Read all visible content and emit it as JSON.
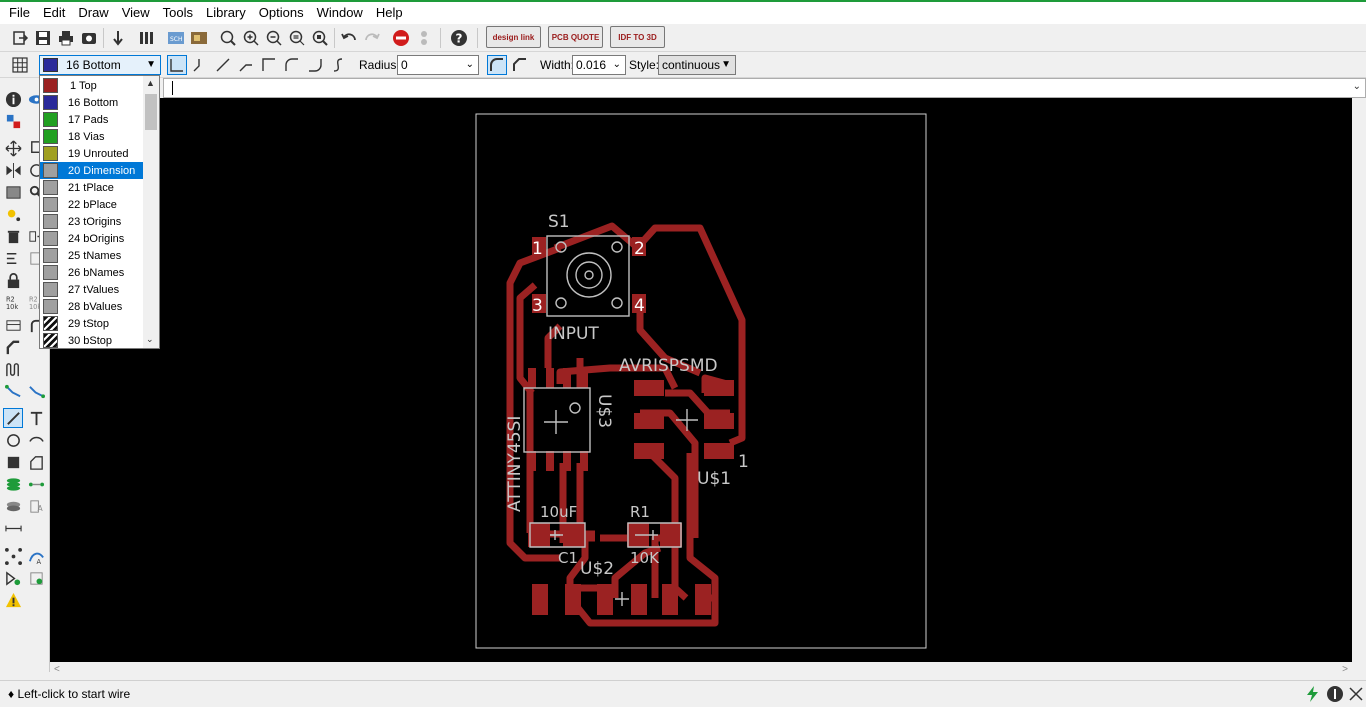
{
  "menubar": [
    "File",
    "Edit",
    "Draw",
    "View",
    "Tools",
    "Library",
    "Options",
    "Window",
    "Help"
  ],
  "toolbar1": {
    "brand_design_link": "design link",
    "brand_pcb_quote": "PCB QUOTE",
    "brand_idf": "IDF TO 3D"
  },
  "toolbar2": {
    "layer_selected": "16 Bottom",
    "radius_label": "Radius:",
    "radius_value": "0",
    "width_label": "Width:",
    "width_value": "0.016",
    "style_label": "Style:",
    "style_value": "continuous"
  },
  "layer_list": [
    {
      "label": "1 Top",
      "color": "#9b2222"
    },
    {
      "label": "16 Bottom",
      "color": "#2a2a9a"
    },
    {
      "label": "17 Pads",
      "color": "#22a022"
    },
    {
      "label": "18 Vias",
      "color": "#22a022"
    },
    {
      "label": "19 Unrouted",
      "color": "#a0a022"
    },
    {
      "label": "20 Dimension",
      "color": "#a0a0a0",
      "selected": true
    },
    {
      "label": "21 tPlace",
      "color": "#a0a0a0"
    },
    {
      "label": "22 bPlace",
      "color": "#a0a0a0"
    },
    {
      "label": "23 tOrigins",
      "color": "#a0a0a0"
    },
    {
      "label": "24 bOrigins",
      "color": "#a0a0a0"
    },
    {
      "label": "25 tNames",
      "color": "#a0a0a0"
    },
    {
      "label": "26 bNames",
      "color": "#a0a0a0"
    },
    {
      "label": "27 tValues",
      "color": "#a0a0a0"
    },
    {
      "label": "28 bValues",
      "color": "#a0a0a0"
    },
    {
      "label": "29 tStop",
      "color": "#222222",
      "hatched": true
    },
    {
      "label": "30 bStop",
      "color": "#222222",
      "hatched": true
    }
  ],
  "board": {
    "s1": "S1",
    "input": "INPUT",
    "pin1": "1",
    "pin2": "2",
    "pin3": "3",
    "pin4": "4",
    "avrispsmd": "AVRISPSMD",
    "u1": "U$1",
    "u1_pin": "1",
    "attiny": "ATTINY45SI",
    "u3": "U$3",
    "cap_val": "10uF",
    "cap_name": "C1",
    "res_name": "R1",
    "res_val": "10K",
    "u2": "U$2"
  },
  "status": {
    "text": "♦ Left-click to start wire"
  },
  "icons": {
    "status_right": [
      "lightning-icon",
      "stop-icon",
      "wire-icon"
    ]
  }
}
